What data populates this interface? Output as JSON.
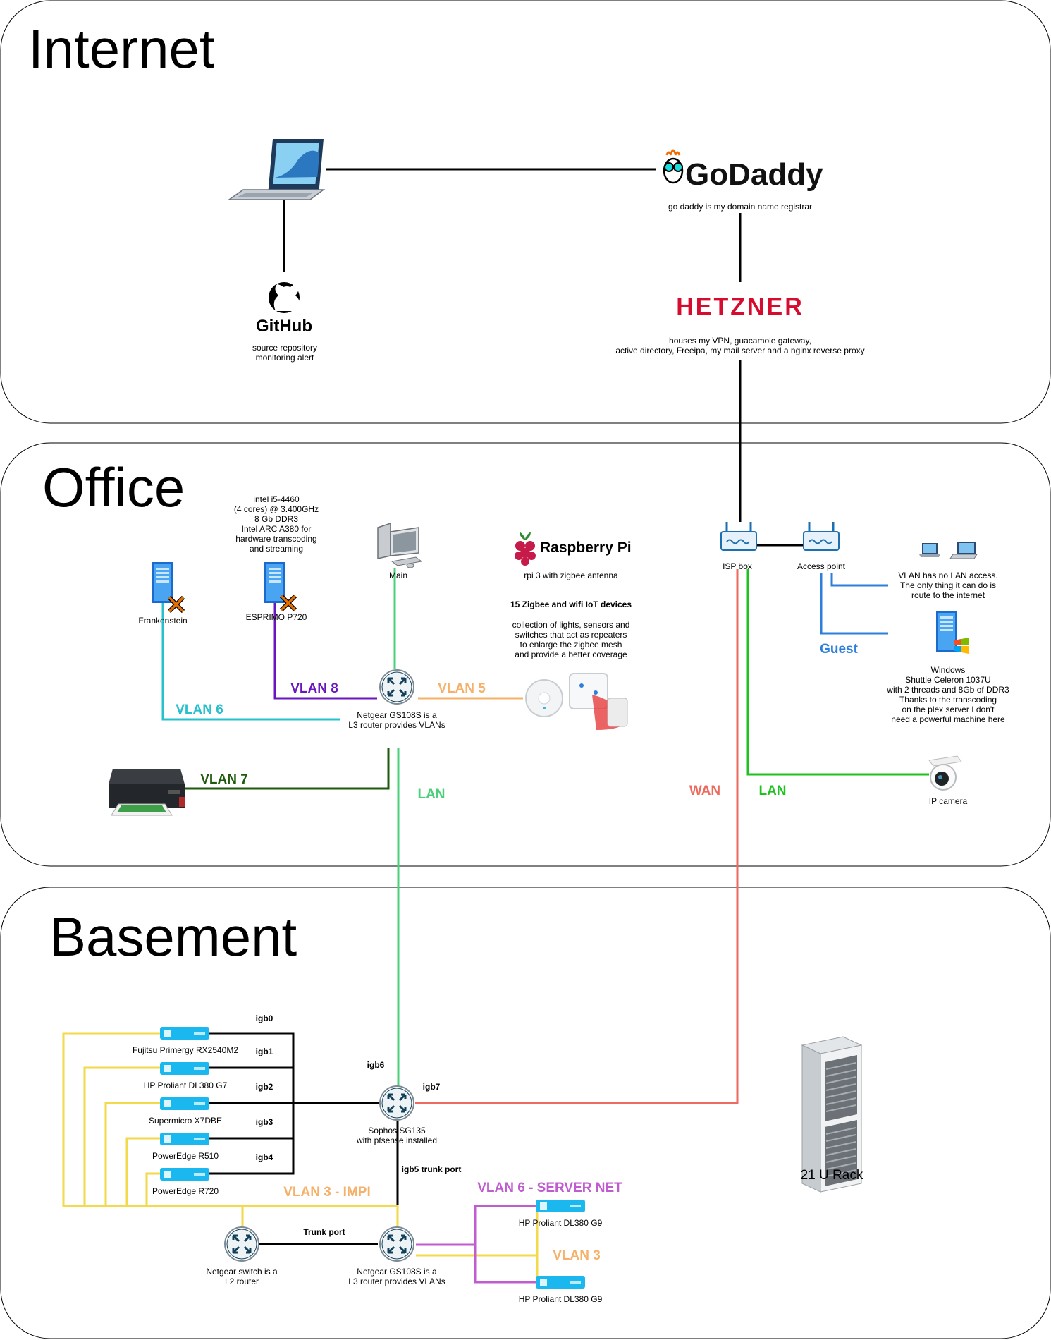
{
  "zones": {
    "internet": "Internet",
    "office": "Office",
    "basement": "Basement"
  },
  "internet": {
    "github_logo": "GitHub",
    "github_desc": [
      "source repository",
      "monitoring alert"
    ],
    "godaddy_logo": "GoDaddy",
    "godaddy_desc": "go daddy is my domain name registrar",
    "hetzner_logo": "HETZNER",
    "hetzner_desc": [
      "houses my VPN, guacamole gateway,",
      "active directory, Freeipa, my mail server and a nginx reverse proxy"
    ]
  },
  "office": {
    "esprimo_specs": [
      "intel i5-4460",
      "(4 cores) @ 3.400GHz",
      "8 Gb DDR3",
      "Intel ARC A380 for",
      "hardware transcoding",
      "and streaming"
    ],
    "frankenstein": "Frankenstein",
    "esprimo": "ESPRIMO P720",
    "main": "Main",
    "rpi_logo": "Raspberry Pi",
    "rpi_desc": "rpi 3 with zigbee antenna",
    "iot_title": "15 Zigbee and wifi IoT devices",
    "iot_desc": [
      "collection of lights, sensors and",
      "switches that act as repeaters",
      "to enlarge the zigbee mesh",
      "and provide a better coverage"
    ],
    "isp_box": "ISP box",
    "access_point": "Access point",
    "guest_desc": [
      "VLAN has no LAN access.",
      "The only thing it can do is",
      "route to the internet"
    ],
    "guest_label": "Guest",
    "windows_desc": [
      "Windows",
      "Shuttle Celeron 1037U",
      "with 2 threads and 8Gb of DDR3",
      "Thanks to the transcoding",
      "on the plex server I don't",
      "need a powerful machine here"
    ],
    "netgear_office": [
      "Netgear GS108S is a",
      "L3 router provides VLANs"
    ],
    "vlan8": "VLAN 8",
    "vlan5": "VLAN 5",
    "vlan6": "VLAN 6",
    "vlan7": "VLAN 7",
    "lan_left": "LAN",
    "wan": "WAN",
    "lan_right": "LAN",
    "ip_camera": "IP camera"
  },
  "basement": {
    "servers": [
      "Fujitsu Primergy RX2540M2",
      "HP Proliant DL380 G7",
      "Supermicro X7DBE",
      "PowerEdge R510",
      "PowerEdge R720"
    ],
    "ports": [
      "igb0",
      "igb1",
      "igb2",
      "igb3",
      "igb4"
    ],
    "igb6": "igb6",
    "igb7": "igb7",
    "sophos": [
      "Sophos SG135",
      "with pfsense installed"
    ],
    "igb5": "igb5 trunk port",
    "vlan3_impi": "VLAN 3 - IMPI",
    "vlan6_server": "VLAN 6 - SERVER NET",
    "vlan3": "VLAN 3",
    "hp_g9_top": "HP Proliant DL380 G9",
    "hp_g9_bottom": "HP Proliant DL380 G9",
    "trunk_port": "Trunk port",
    "l2_switch": [
      "Netgear switch is a",
      "L2 router"
    ],
    "l3_switch": [
      "Netgear GS108S is a",
      "L3 router provides VLANs"
    ],
    "rack": "21 U Rack"
  },
  "colors": {
    "zone_border": "#000000",
    "vlan6": "#27c0cc",
    "vlan8": "#6a16bf",
    "vlan5": "#f5b16a",
    "vlan7": "#1e5a0c",
    "lan_office": "#48d07a",
    "lan_camera": "#1ec21e",
    "wan": "#ec6a5e",
    "guest": "#2e7fdb",
    "vlan3": "#f2da4a",
    "vlan_server": "#c05bd0",
    "device_blue": "#1bb8f0",
    "router_blue": "#12405a",
    "godaddy_green": "#1bdbdb",
    "hetzner_red": "#d50c2d",
    "rpi_red": "#c51a4a"
  }
}
